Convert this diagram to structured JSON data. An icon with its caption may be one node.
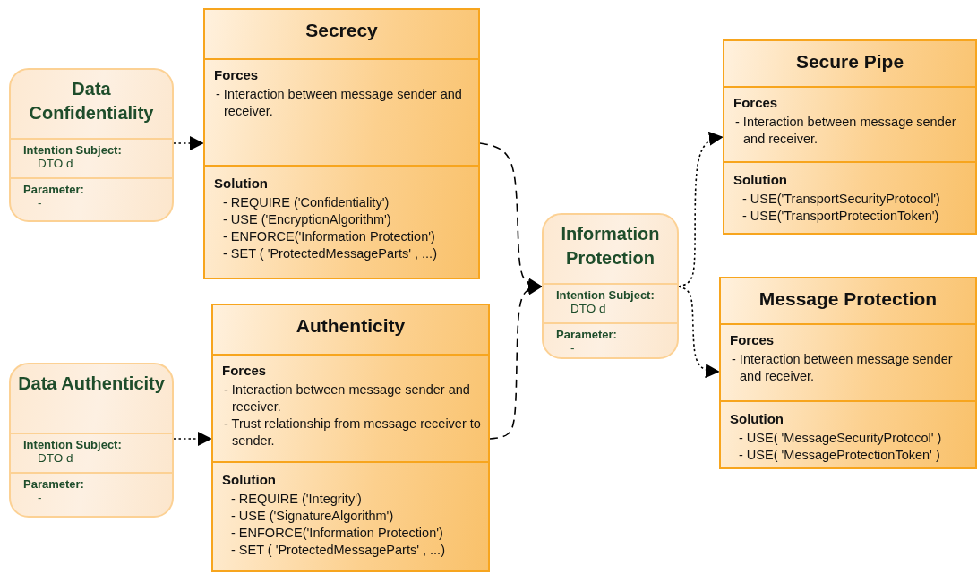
{
  "diagram": {
    "nodes": [
      {
        "text": [
          "Data Confidentiality",
          "Intention Subject:",
          "DTO d",
          "Parameter:",
          "-"
        ]
      },
      {
        "text": [
          "Secrecy",
          "Forces",
          "- Interaction between message sender and receiver.",
          "Solution",
          "- REQUIRE ('Confidentiality')",
          "- USE ('EncryptionAlgorithm')",
          "- ENFORCE('Information Protection')",
          "- SET ( 'ProtectedMessageParts' , ...)"
        ]
      },
      {
        "text": [
          "Data Authenticity",
          "Intention Subject:",
          "DTO d",
          "Parameter:",
          "-"
        ]
      },
      {
        "text": [
          "Authenticity",
          "Forces",
          "- Interaction between message sender and receiver.",
          "- Trust relationship from message receiver to sender.",
          "Solution",
          "- REQUIRE ('Integrity')",
          "- USE ('SignatureAlgorithm')",
          "- ENFORCE('Information Protection')",
          "- SET ( 'ProtectedMessageParts' , ...)"
        ]
      },
      {
        "text": [
          "Information Protection",
          "Intention Subject:",
          "DTO d",
          "Parameter:",
          "-"
        ]
      },
      {
        "text": [
          "Secure Pipe",
          "Forces",
          "- Interaction between message sender and receiver.",
          "Solution",
          "- USE('TransportSecurityProtocol')",
          "- USE('TransportProtectionToken')"
        ]
      },
      {
        "text": [
          "Message Protection",
          "Forces",
          "- Interaction between message sender and receiver.",
          "Solution",
          "- USE( 'MessageSecurityProtocol' )",
          "- USE( 'MessageProtectionToken' )"
        ]
      }
    ],
    "edges": [
      {
        "from": 0,
        "to": 1,
        "arrow": "to"
      },
      {
        "from": 2,
        "to": 3,
        "arrow": "to"
      },
      {
        "from": 1,
        "to": 4,
        "arrow": "to",
        "style": "dashed"
      },
      {
        "from": 3,
        "to": 4,
        "arrow": "to",
        "style": "dashed"
      },
      {
        "from": 4,
        "to": 5,
        "arrow": "to"
      },
      {
        "from": 4,
        "to": 6,
        "arrow": "to"
      }
    ]
  }
}
